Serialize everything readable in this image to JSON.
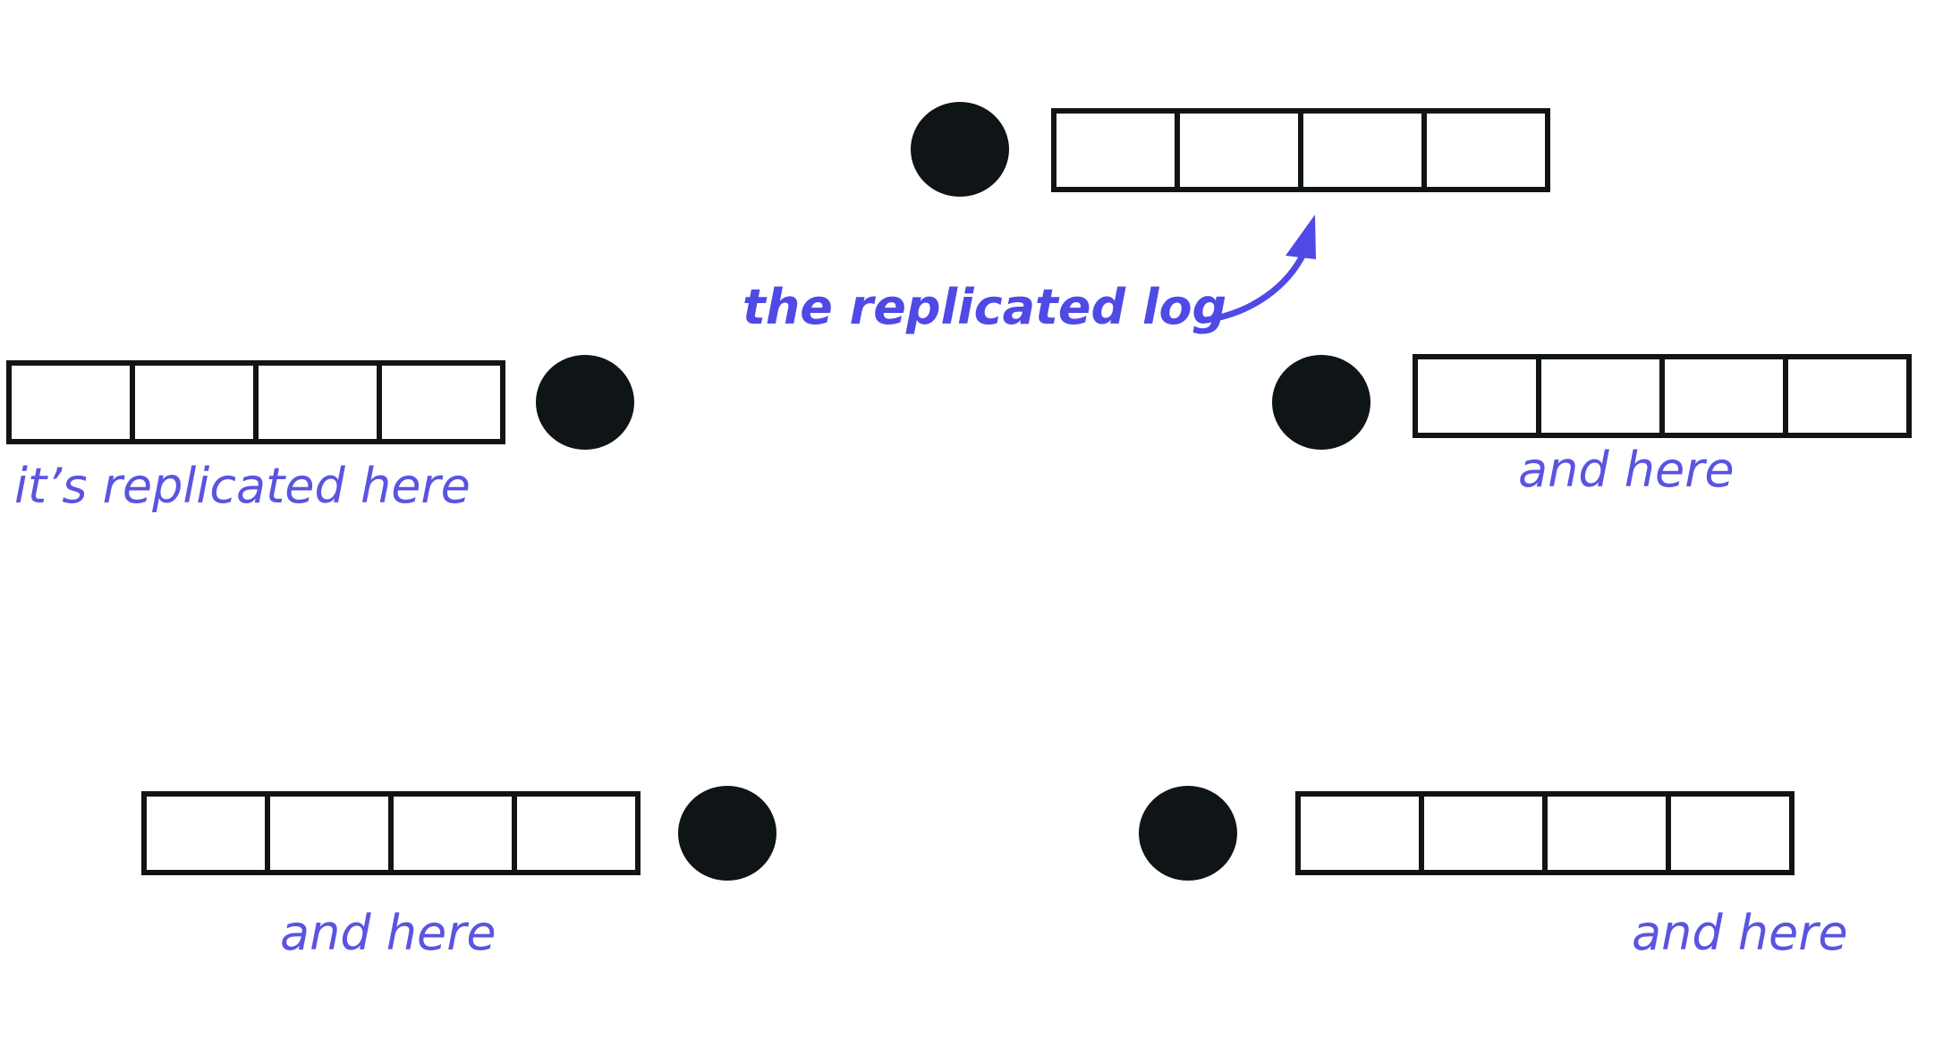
{
  "annotations": {
    "main_label": "the replicated log",
    "server_left": "it’s replicated here",
    "server_right": "and here",
    "server_bottom_left": "and here",
    "server_bottom_right": "and here"
  },
  "log": {
    "entries_per_log": 4
  },
  "colors": {
    "node": "#0f1416",
    "outline": "#111416",
    "annotation": "#5a54e0",
    "arrow": "#4f49e6"
  }
}
